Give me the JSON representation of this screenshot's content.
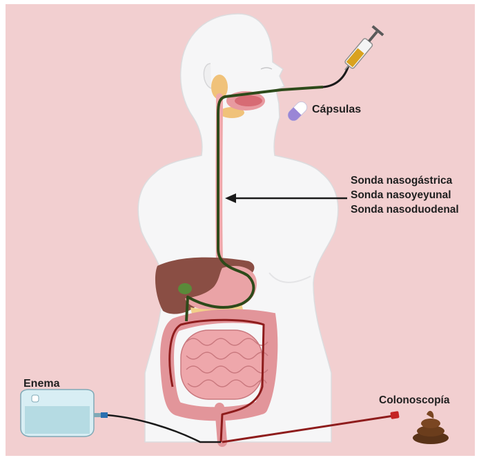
{
  "labels": {
    "capsules": "Cápsulas",
    "tubes": [
      "Sonda nasogástrica",
      "Sonda nasoyeyunal",
      "Sonda nasoduodenal"
    ],
    "enema": "Enema",
    "colonoscopy": "Colonoscopía"
  },
  "colors": {
    "background": "#f2cfd0",
    "body": "#f5f5f6",
    "upper_tube": "#2d4a1a",
    "lower_tube": "#8e1c1c",
    "liver": "#8a4e44",
    "intestine": "#e2959a"
  }
}
